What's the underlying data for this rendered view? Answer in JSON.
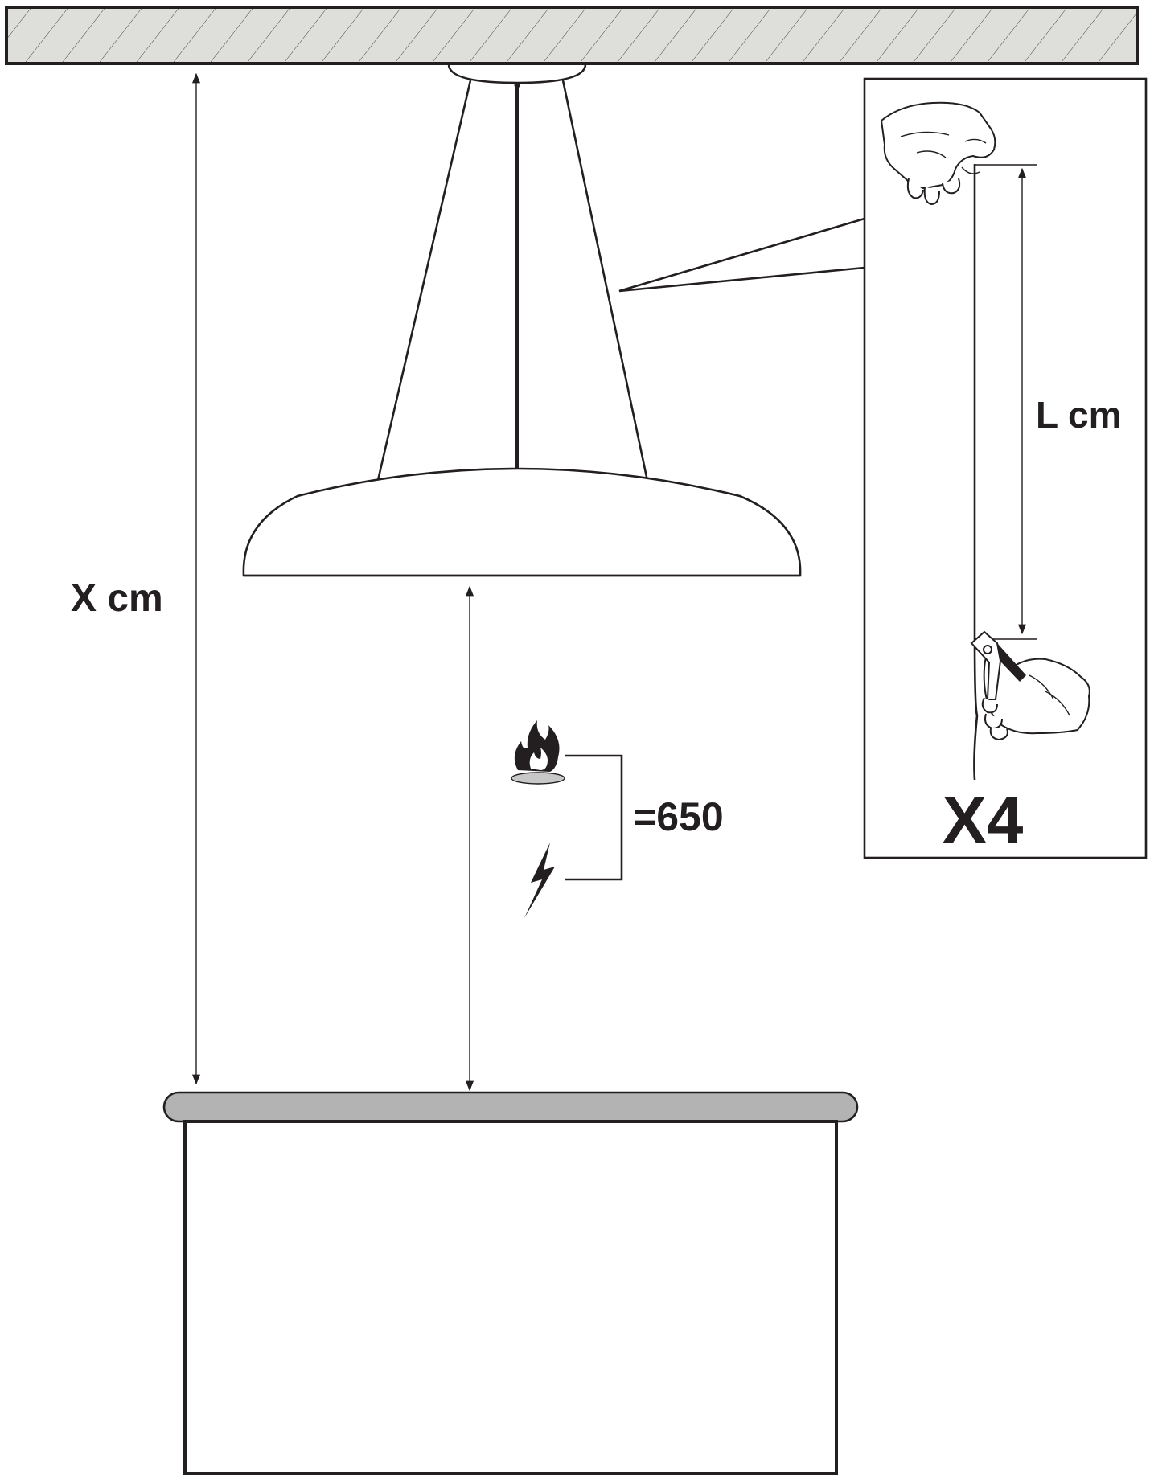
{
  "labels": {
    "x_dimension": "X cm",
    "l_dimension": "L cm",
    "clearance_value": "=650",
    "quantity": "X4"
  },
  "icons": [
    "gas-flame-icon",
    "electric-lightning-icon",
    "hand-holding-cable-icon",
    "hand-cutting-pliers-icon"
  ],
  "colors": {
    "line": "#231f20",
    "ceiling_fill": "#dededa",
    "hob_top_fill": "#b3b3b3",
    "burner_fill": "#c8c8c8"
  }
}
